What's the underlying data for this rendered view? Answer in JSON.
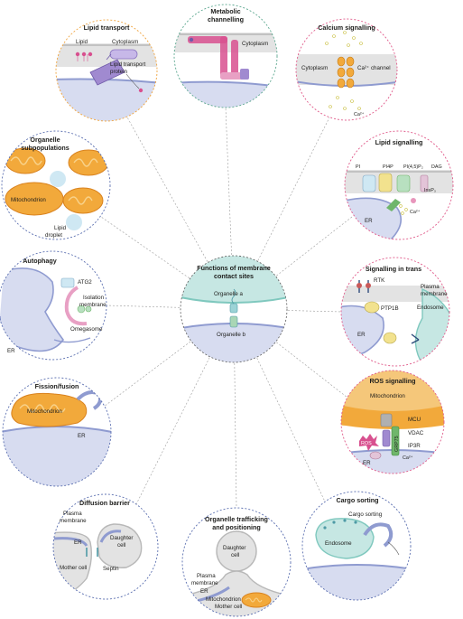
{
  "center": {
    "title_line1": "Functions of membrane",
    "title_line2": "contact sites",
    "organelle_a": "Organelle a",
    "organelle_b": "Organelle b"
  },
  "panels": {
    "lipid_transport": {
      "title": "Lipid transport",
      "lipid": "Lipid",
      "cytoplasm": "Cytoplasm",
      "protein_line1": "Lipid transport",
      "protein_line2": "protein"
    },
    "metabolic": {
      "title_line1": "Metabolic",
      "title_line2": "channelling",
      "cytoplasm": "Cytoplasm"
    },
    "calcium": {
      "title": "Calcium signalling",
      "cytoplasm": "Cytoplasm",
      "channel": "Ca²⁺ channel",
      "ion": "Ca²⁺"
    },
    "subpopulations": {
      "title_line1": "Organelle",
      "title_line2": "subpopulations",
      "mito": "Mitochondrion",
      "lipid_line1": "Lipid",
      "lipid_line2": "droplet"
    },
    "lipid_signalling": {
      "title": "Lipid signalling",
      "pi": "PI",
      "pi4p": "PI4P",
      "pip2": "PI(4,5)P₂",
      "dag": "DAG",
      "insp3": "InsP₃",
      "ca": "Ca²⁺",
      "er": "ER"
    },
    "autophagy": {
      "title": "Autophagy",
      "atg2": "ATG2",
      "iso_line1": "Isolation",
      "iso_line2": "membrane",
      "omegasome": "Omegasome",
      "er": "ER"
    },
    "trans": {
      "title": "Signalling in trans",
      "rtk": "RTK",
      "pm_line1": "Plasma",
      "pm_line2": "membrane",
      "ptp1b": "PTP1B",
      "endosome": "Endosome",
      "er": "ER"
    },
    "fission": {
      "title": "Fission/fusion",
      "mito": "Mitochondrion",
      "er": "ER"
    },
    "ros": {
      "title": "ROS signalling",
      "mito": "Mitochondrion",
      "mcu": "MCU",
      "vdac": "VDAC",
      "ros": "ROS",
      "grp75": "GRP75",
      "ip3r": "IP3R",
      "ca": "Ca²⁺",
      "er": "ER"
    },
    "diffusion": {
      "title": "Diffusion barrier",
      "pm_line1": "Plasma",
      "pm_line2": "membrane",
      "er": "ER",
      "daughter_line1": "Daughter",
      "daughter_line2": "cell",
      "mother": "Mother cell",
      "septin": "Septin"
    },
    "trafficking": {
      "title_line1": "Organelle trafficking",
      "title_line2": "and positioning",
      "daughter_line1": "Daughter",
      "daughter_line2": "cell",
      "pm_line1": "Plasma",
      "pm_line2": "membrane",
      "er": "ER",
      "mito": "Mitochondrion",
      "mother": "Mother cell"
    },
    "cargo": {
      "title": "Cargo sorting",
      "cargo": "Cargo sorting",
      "endosome": "Endosome"
    }
  },
  "colors": {
    "er_blue": "#8f9bd0",
    "er_fill": "#d7dcf0",
    "teal": "#c6e7e3",
    "teal_dark": "#7fc8be",
    "mito_fill": "#f2a93b",
    "mito_inner": "#f8d28a",
    "mito_edge": "#d9821e",
    "grey": "#e3e3e3",
    "droplet": "#cfe8f3",
    "pink": "#d8508f",
    "purple": "#a08ad0",
    "green": "#6fb66b",
    "yellow": "#f2e28e"
  }
}
